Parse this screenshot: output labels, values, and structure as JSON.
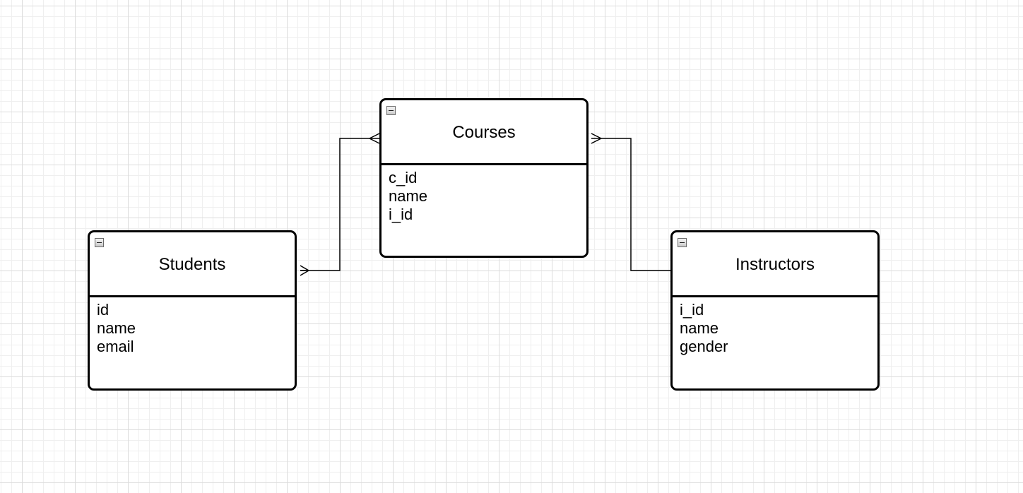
{
  "entities": {
    "courses": {
      "title": "Courses",
      "attributes": [
        "c_id",
        "name",
        "i_id"
      ]
    },
    "students": {
      "title": "Students",
      "attributes": [
        "id",
        "name",
        "email"
      ]
    },
    "instructors": {
      "title": "Instructors",
      "attributes": [
        "i_id",
        "name",
        "gender"
      ]
    }
  },
  "relationships": [
    {
      "from": "students",
      "to": "courses",
      "from_end": "many",
      "to_end": "many"
    },
    {
      "from": "courses",
      "to": "instructors",
      "from_end": "many",
      "to_end": "one"
    }
  ]
}
